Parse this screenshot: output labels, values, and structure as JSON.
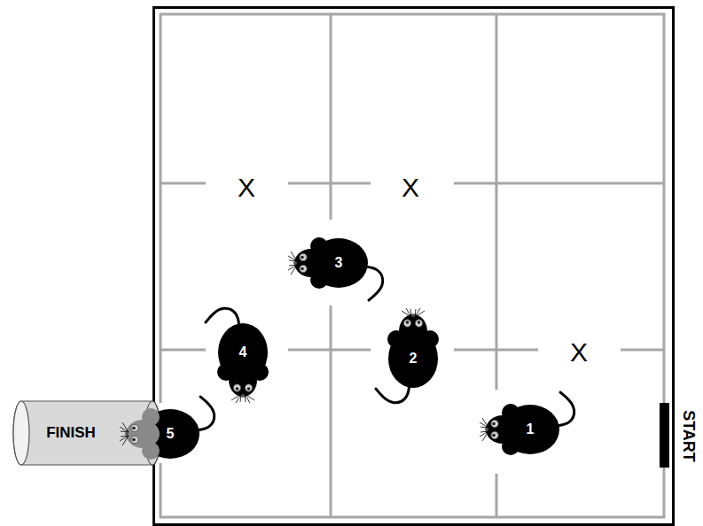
{
  "diagram": {
    "nodes": [
      {
        "text": [
          "1"
        ]
      },
      {
        "text": [
          "2"
        ]
      },
      {
        "text": [
          "3"
        ]
      },
      {
        "text": [
          "4"
        ]
      },
      {
        "text": [
          "FINISH"
        ]
      },
      {
        "text": [
          "5"
        ]
      }
    ],
    "labels": [
      "X",
      "X",
      "X",
      "START"
    ]
  }
}
